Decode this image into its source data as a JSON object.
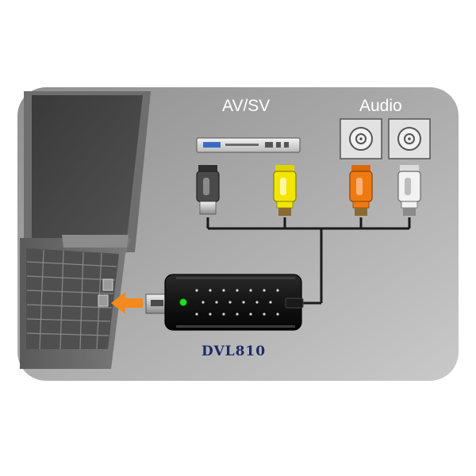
{
  "labels": {
    "av_sv": "AV/SV",
    "audio": "Audio",
    "model": "DVL810"
  },
  "colors": {
    "panel": "#a7a7a7",
    "cable": "#1a1a1a",
    "video_plug": "#f2e600",
    "audio_left_plug": "#f07a12",
    "audio_right_plug": "#f2f2f2",
    "sv_plug": "#4a4a4a",
    "arrow": "#f28a1e",
    "led": "#22dd22",
    "model_text": "#1e2a66"
  },
  "icons": [
    "laptop-icon",
    "dvd-player-icon",
    "speaker-jack-icon",
    "rca-plug-icon",
    "usb-capture-device-icon",
    "insert-arrow-icon"
  ]
}
